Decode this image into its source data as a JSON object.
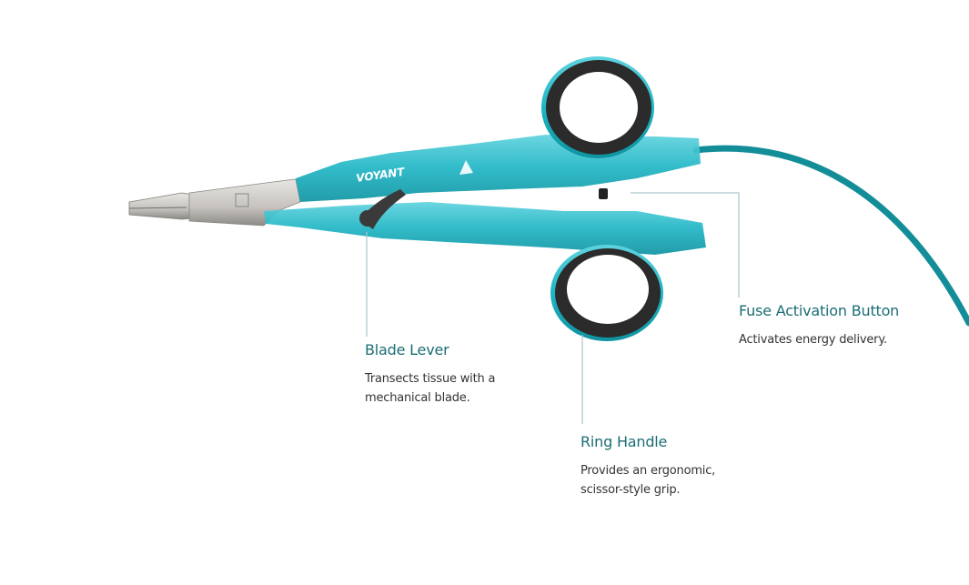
{
  "device": {
    "logo_text": "VOYANT",
    "colors": {
      "body": "#1fb5c4",
      "ring": "#2a2a2a",
      "cable": "#138e99",
      "metal": "#c8c6c2",
      "leader": "#a9c6ca",
      "title": "#1b6d74"
    }
  },
  "callouts": [
    {
      "title": "Blade Lever",
      "desc_lines": [
        "Transects tissue with a",
        "mechanical blade."
      ]
    },
    {
      "title": "Ring Handle",
      "desc_lines": [
        "Provides an ergonomic,",
        "scissor-style grip."
      ]
    },
    {
      "title": "Fuse Activation Button",
      "desc_lines": [
        "Activates energy delivery."
      ]
    }
  ]
}
